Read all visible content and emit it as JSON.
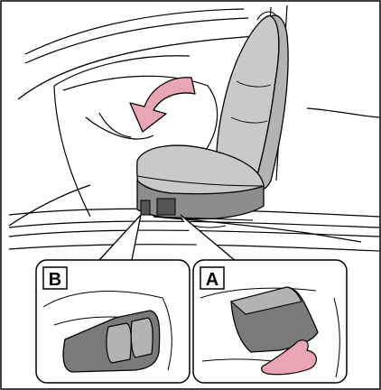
{
  "figure": {
    "callouts": [
      {
        "id": "B",
        "label": "B"
      },
      {
        "id": "A",
        "label": "A"
      }
    ],
    "colors": {
      "line": "#000000",
      "seat_light": "#c9c9c9",
      "seat_mid": "#b3b3b3",
      "seat_dark": "#8d8d8d",
      "arrow": "#e8a6b4",
      "hand": "#e8a6b4",
      "background": "#ffffff"
    }
  }
}
